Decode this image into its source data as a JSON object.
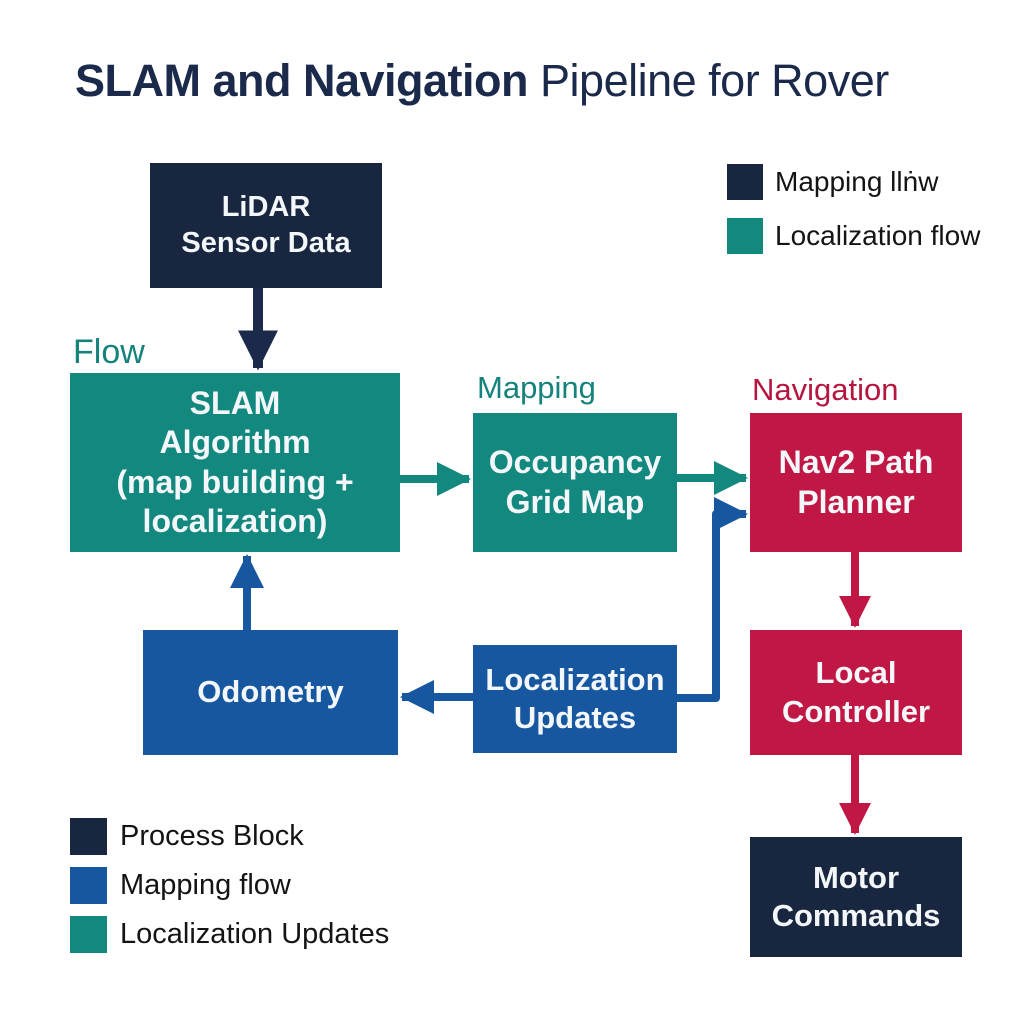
{
  "title": {
    "bold_part": "SLAM and Navigation",
    "regular_part": "Pipeline for Rover"
  },
  "colors": {
    "navy": "#19263f",
    "teal": "#12887f",
    "blue": "#16579f",
    "crimson": "#c01744",
    "title_text": "#1b2a4a",
    "zone_label_teal": "#15837c",
    "zone_label_crimson": "#b5163f",
    "block_text": "#f3f7f9",
    "legend_text": "#141414",
    "background": "#ffffff"
  },
  "blocks": {
    "lidar": {
      "lines": [
        "LiDAR",
        "Sensor Data"
      ]
    },
    "slam": {
      "lines": [
        "SLAM",
        "Algorithm",
        "(map building +",
        "localization)"
      ]
    },
    "occupancy": {
      "lines": [
        "Occupancy",
        "Grid Map"
      ]
    },
    "nav2": {
      "lines": [
        "Nav2 Path",
        "Planner"
      ]
    },
    "odometry": {
      "lines": [
        "Odometry"
      ]
    },
    "localization_updates": {
      "lines": [
        "Localization",
        "Updates"
      ]
    },
    "local_controller": {
      "lines": [
        "Local",
        "Controller"
      ]
    },
    "motor_commands": {
      "lines": [
        "Motor",
        "Commands"
      ]
    }
  },
  "zone_labels": {
    "flow": "Flow",
    "mapping": "Mapping",
    "navigation": "Navigation"
  },
  "legend_top_right": {
    "items": [
      {
        "swatch_color": "navy",
        "label": "Mapping llṅw"
      },
      {
        "swatch_color": "teal",
        "label": "Localization flow"
      }
    ]
  },
  "legend_bottom_left": {
    "items": [
      {
        "swatch_color": "navy",
        "label": "Process Block"
      },
      {
        "swatch_color": "blue",
        "label": "Mapping flow"
      },
      {
        "swatch_color": "teal",
        "label": "Localization Updates"
      }
    ]
  }
}
